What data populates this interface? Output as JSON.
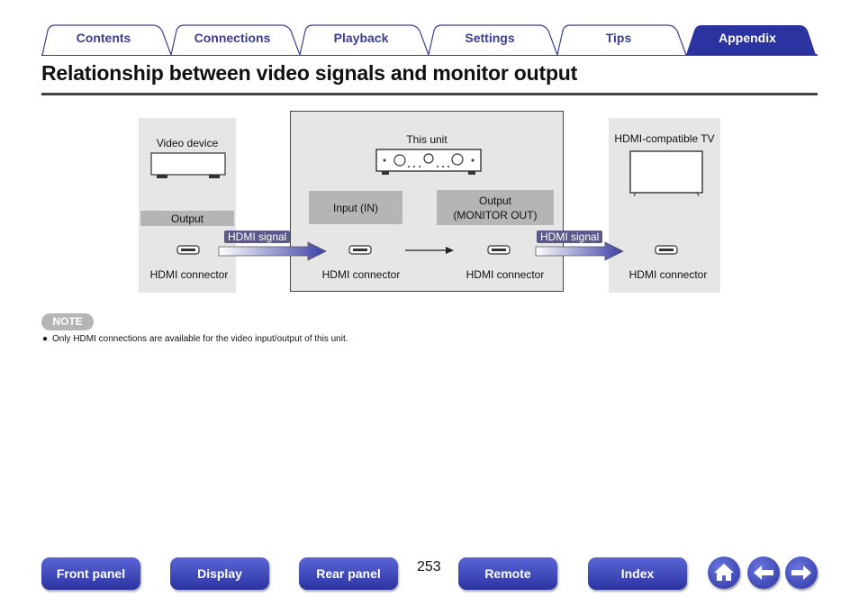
{
  "tabs": [
    {
      "label": "Contents",
      "active": false
    },
    {
      "label": "Connections",
      "active": false
    },
    {
      "label": "Playback",
      "active": false
    },
    {
      "label": "Settings",
      "active": false
    },
    {
      "label": "Tips",
      "active": false
    },
    {
      "label": "Appendix",
      "active": true
    }
  ],
  "title": "Relationship between video signals and monitor output",
  "diagram": {
    "video_device": {
      "label": "Video device",
      "output": "Output",
      "connector": "HDMI connector"
    },
    "this_unit": {
      "label": "This unit",
      "input": "Input (IN)",
      "output_line1": "Output",
      "output_line2": "(MONITOR OUT)",
      "connector_in": "HDMI connector",
      "connector_out": "HDMI connector"
    },
    "tv": {
      "label": "HDMI-compatible TV",
      "connector": "HDMI connector"
    },
    "signal_left": "HDMI signal",
    "signal_right": "HDMI signal"
  },
  "note": {
    "badge": "NOTE",
    "bullet": "●",
    "text": "Only HDMI connections are available for the video input/output of this unit."
  },
  "footer": {
    "buttons": [
      "Front panel",
      "Display",
      "Rear panel",
      "Remote",
      "Index"
    ],
    "page_number": "253",
    "icons": [
      "home-icon",
      "arrow-left-icon",
      "arrow-right-icon"
    ]
  },
  "colors": {
    "accent": "#2b33a0",
    "tab_text": "#3a3f8f",
    "panel": "#e6e6e6"
  }
}
